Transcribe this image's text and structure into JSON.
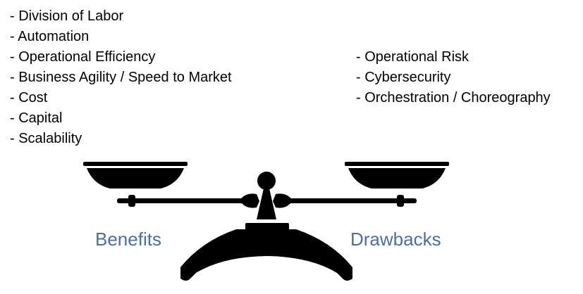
{
  "benefits": {
    "label": "Benefits",
    "items": [
      "- Division of Labor",
      "- Automation",
      "- Operational Efficiency",
      "- Business Agility / Speed to Market",
      "- Cost",
      "- Capital",
      "- Scalability"
    ]
  },
  "drawbacks": {
    "label": "Drawbacks",
    "items": [
      "- Operational Risk",
      "- Cybersecurity",
      "- Orchestration / Choreography"
    ]
  },
  "colors": {
    "text": "#000000",
    "scale": "#000000",
    "pan_label": "#4a6fa5"
  },
  "icons": {
    "scale": "balance-scale-icon"
  }
}
